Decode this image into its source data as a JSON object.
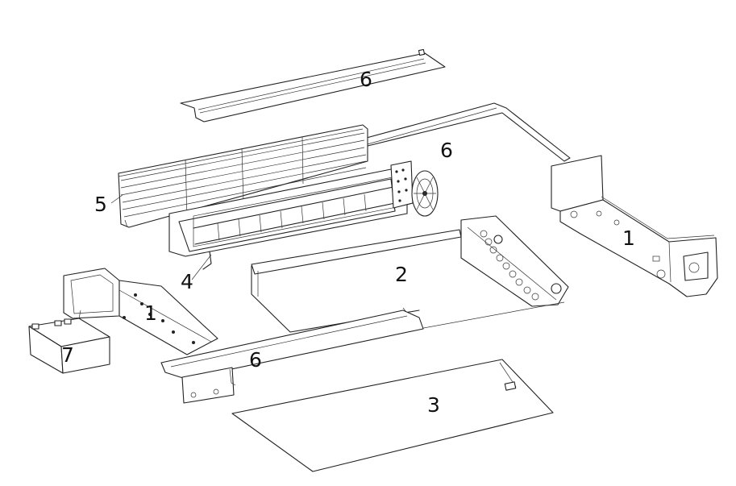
{
  "callouts": {
    "top_cover": "6",
    "rear_panel": "6",
    "front_panel": "6",
    "filter": "5",
    "fan": "4",
    "coil": "2",
    "bottom_cover": "3",
    "side_right": "1",
    "side_left": "1",
    "control_box": "7"
  }
}
